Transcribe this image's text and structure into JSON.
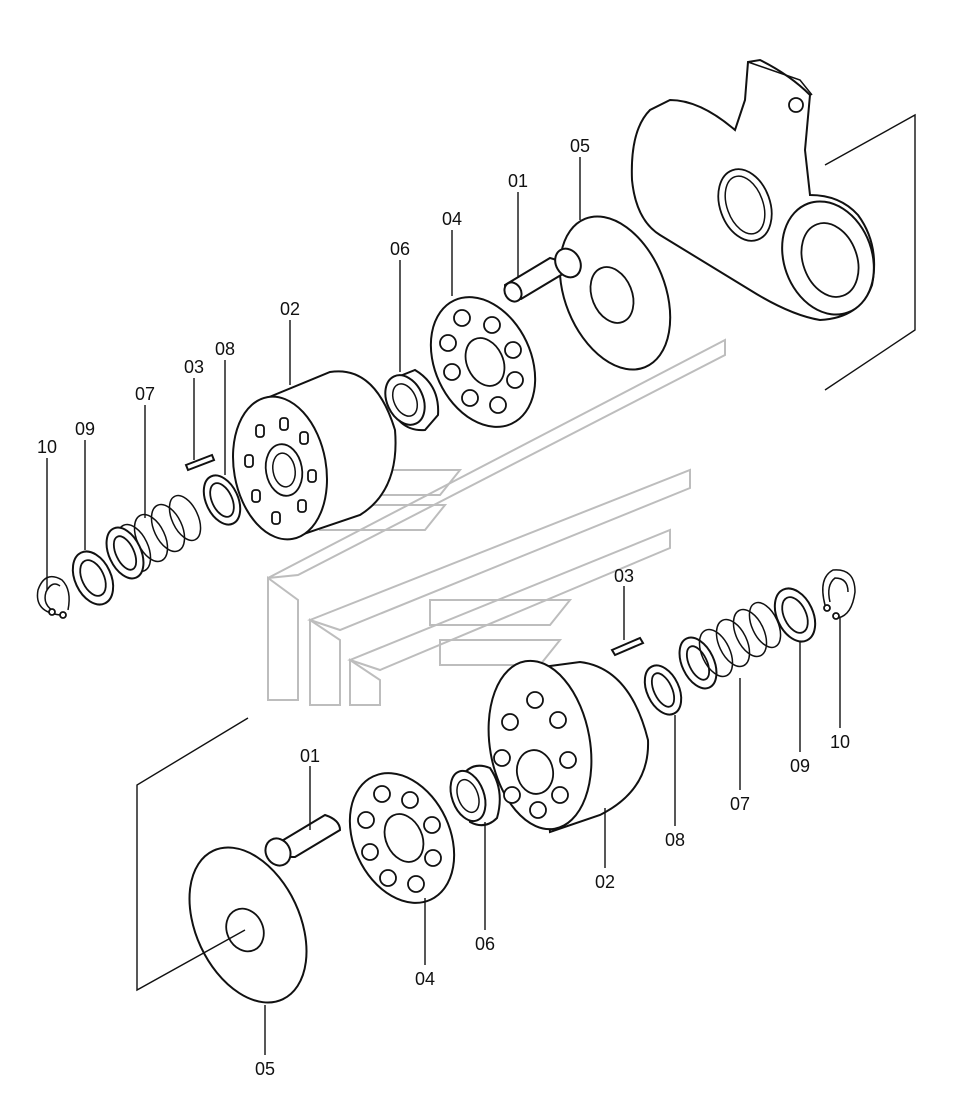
{
  "diagram": {
    "labels": {
      "p01": "01",
      "p02": "02",
      "p03": "03",
      "p04": "04",
      "p05": "05",
      "p06": "06",
      "p07": "07",
      "p08": "08",
      "p09": "09",
      "p10": "10"
    }
  }
}
